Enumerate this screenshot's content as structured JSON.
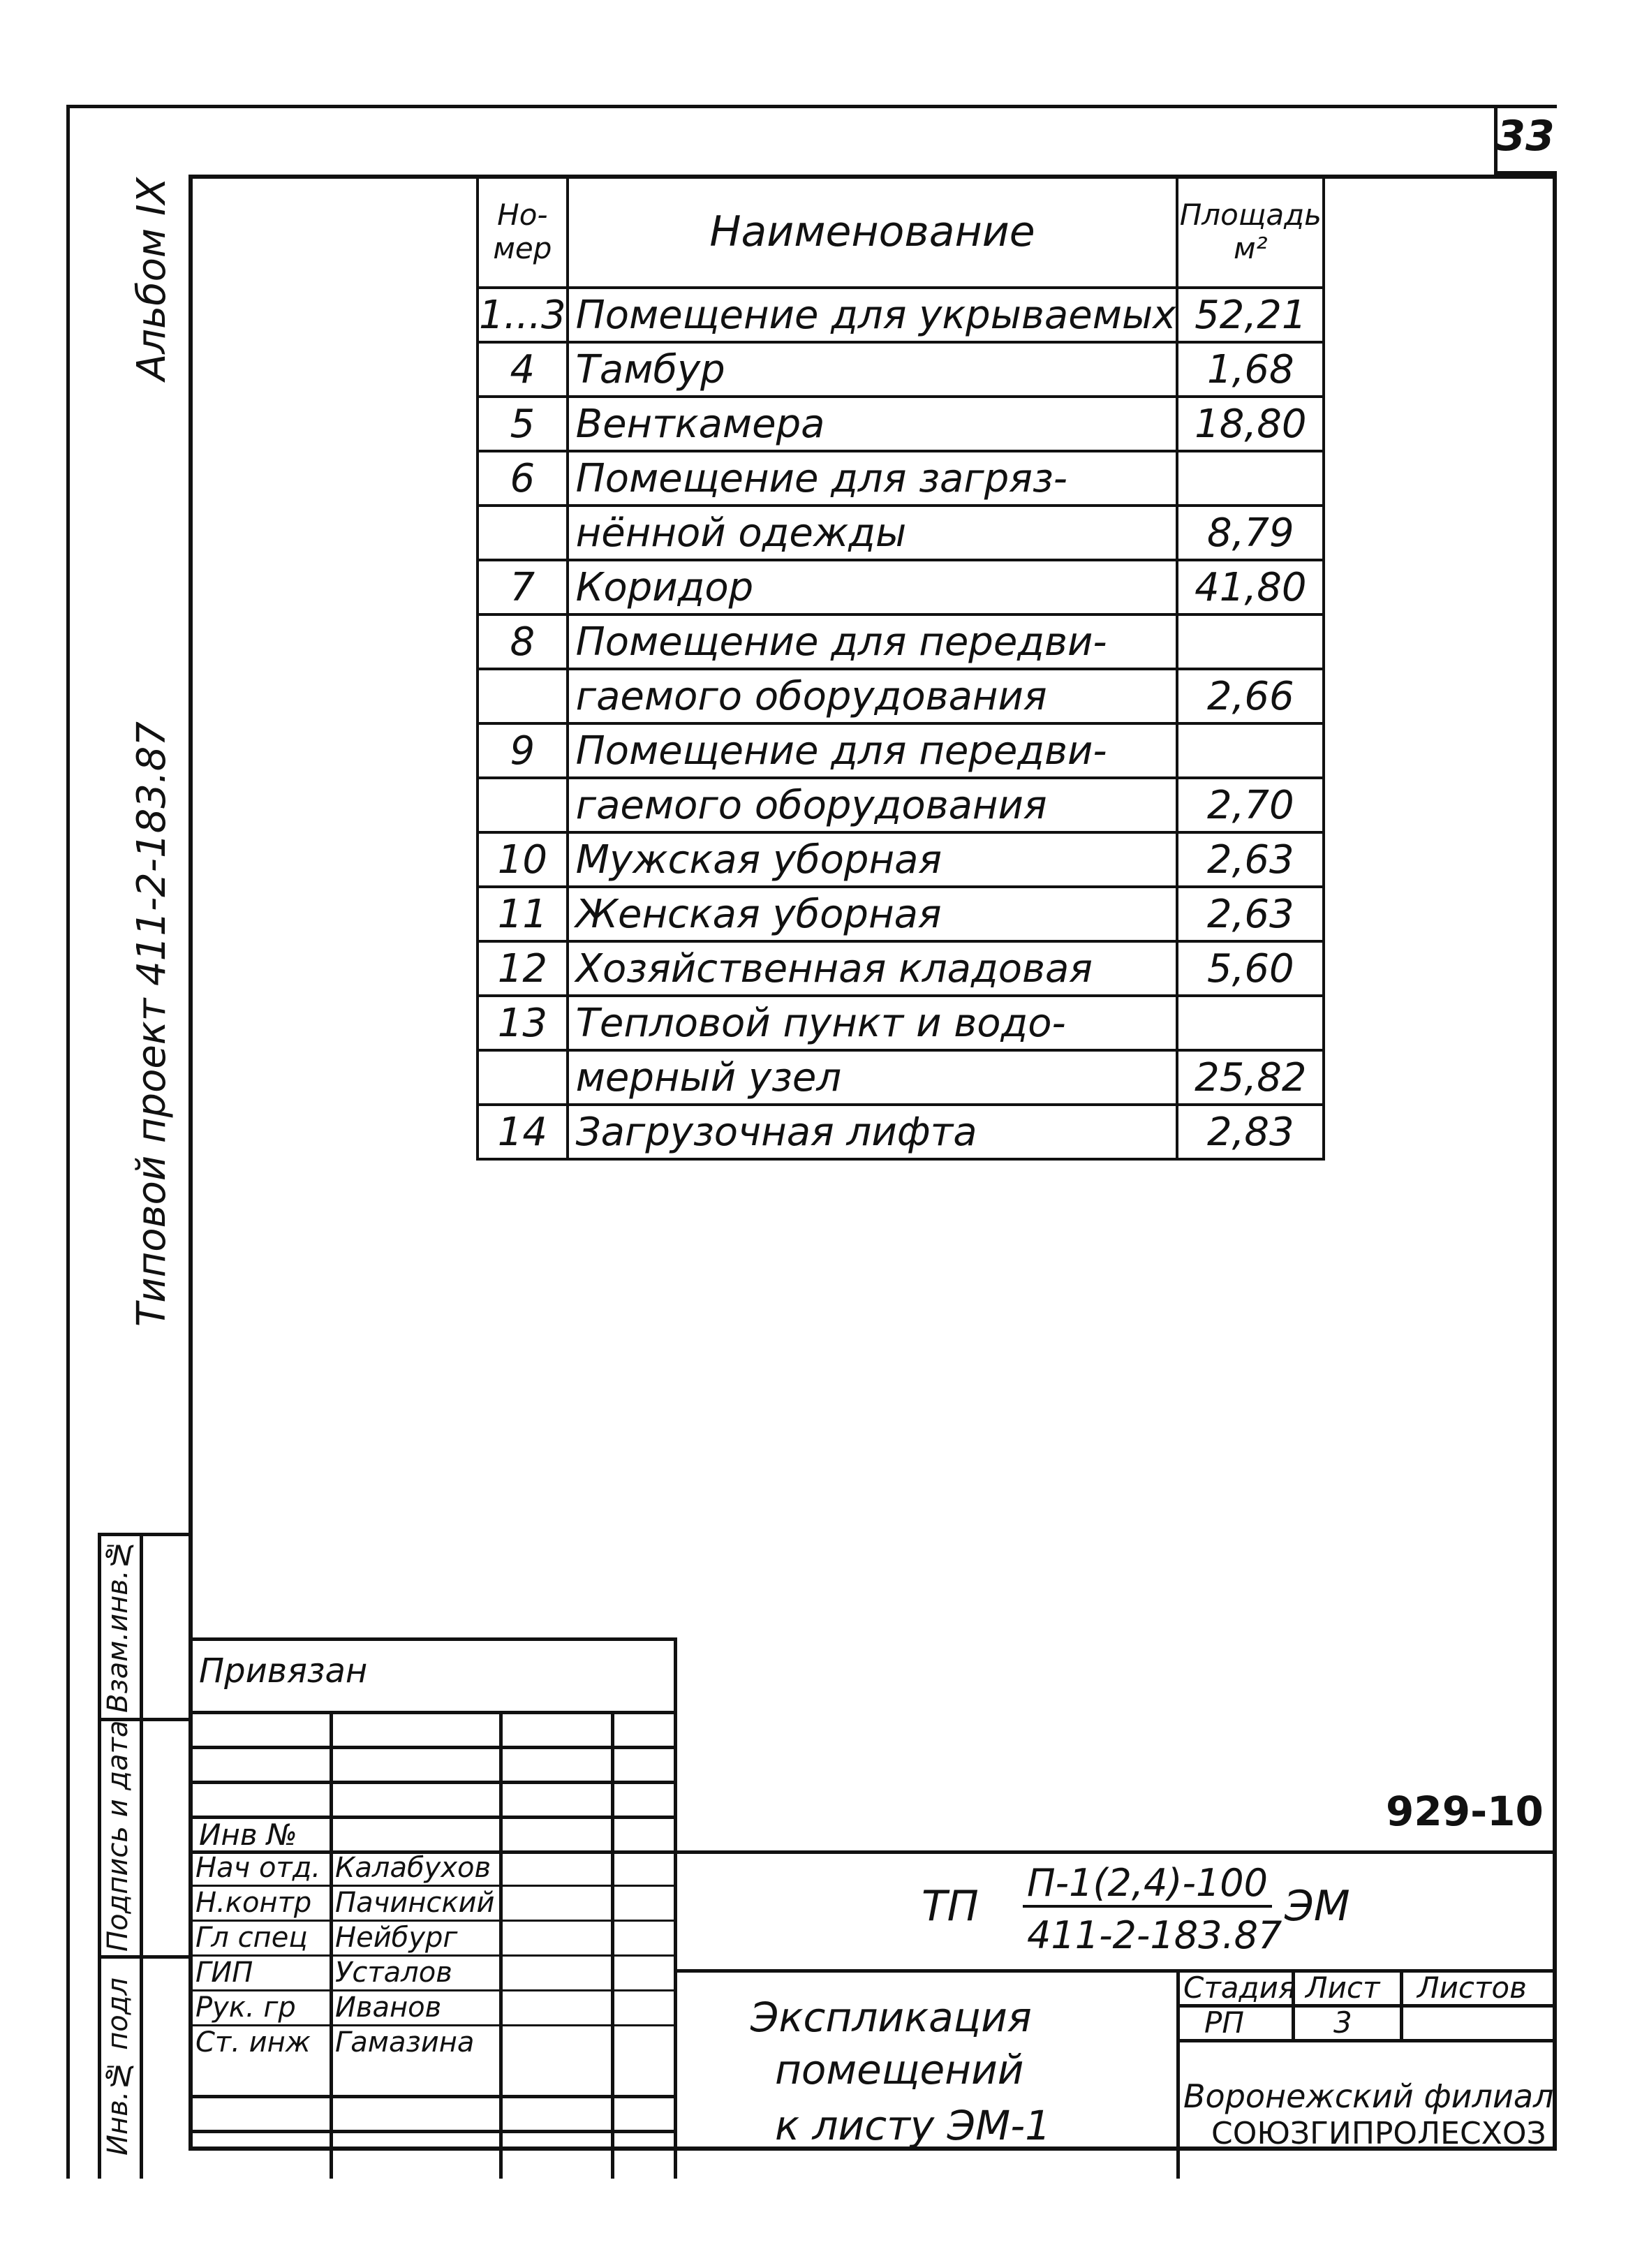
{
  "sheet_number": "33",
  "side": {
    "album": "Альбом IX",
    "project": "Типовой проект 411-2-183.87"
  },
  "room_table": {
    "headers": {
      "number": "Но-\nмер",
      "name": "Наименование",
      "area": "Площадь\nм²"
    },
    "rows": [
      {
        "number": "1...3",
        "name": "Помещение для укрываемых",
        "area": "52,21"
      },
      {
        "number": "4",
        "name": "Тамбур",
        "area": "1,68"
      },
      {
        "number": "5",
        "name": "Венткамера",
        "area": "18,80"
      },
      {
        "number": "6",
        "name": "Помещение для загряз-",
        "area": ""
      },
      {
        "number": "",
        "name": "нённой одежды",
        "area": "8,79"
      },
      {
        "number": "7",
        "name": "Коридор",
        "area": "41,80"
      },
      {
        "number": "8",
        "name": "Помещение для передви-",
        "area": ""
      },
      {
        "number": "",
        "name": "гаемого оборудования",
        "area": "2,66"
      },
      {
        "number": "9",
        "name": "Помещение для передви-",
        "area": ""
      },
      {
        "number": "",
        "name": "гаемого оборудования",
        "area": "2,70"
      },
      {
        "number": "10",
        "name": "Мужская уборная",
        "area": "2,63"
      },
      {
        "number": "11",
        "name": "Женская уборная",
        "area": "2,63"
      },
      {
        "number": "12",
        "name": "Хозяйственная кладовая",
        "area": "5,60"
      },
      {
        "number": "13",
        "name": "Тепловой пункт и водо-",
        "area": ""
      },
      {
        "number": "",
        "name": "мерный узел",
        "area": "25,82"
      },
      {
        "number": "14",
        "name": "Загрузочная лифта",
        "area": "2,83"
      }
    ]
  },
  "left_strip": {
    "vzam": "Взам.инв.№",
    "signature_date": "Подпись и дата",
    "inv_podl": "Инв.№ подл"
  },
  "privyazan": "Привязан",
  "doc_code": "929-10",
  "inv_no_label": "Инв №",
  "signatories": [
    {
      "role": "Нач отд.",
      "name": "Калабухов"
    },
    {
      "role": "Н.контр",
      "name": "Пачинский"
    },
    {
      "role": "Гл спец",
      "name": "Нейбург"
    },
    {
      "role": "ГИП",
      "name": "Усталов"
    },
    {
      "role": "Рук. гр",
      "name": "Иванов"
    },
    {
      "role": "Ст. инж",
      "name": "Гамазина"
    }
  ],
  "designation": {
    "prefix": "ТП",
    "numerator": "П-1(2,4)-100",
    "denominator": "411-2-183.87",
    "suffix": "ЭМ"
  },
  "title_lines": [
    "Экспликация",
    "помещений",
    "к листу ЭМ-1"
  ],
  "stage": {
    "stage_label": "Стадия",
    "sheet_label": "Лист",
    "sheets_label": "Листов",
    "stage_value": "РП",
    "sheet_value": "3",
    "sheets_value": ""
  },
  "organization": [
    "Воронежский филиал",
    "СОЮЗГИПРОЛЕСХОЗ"
  ]
}
